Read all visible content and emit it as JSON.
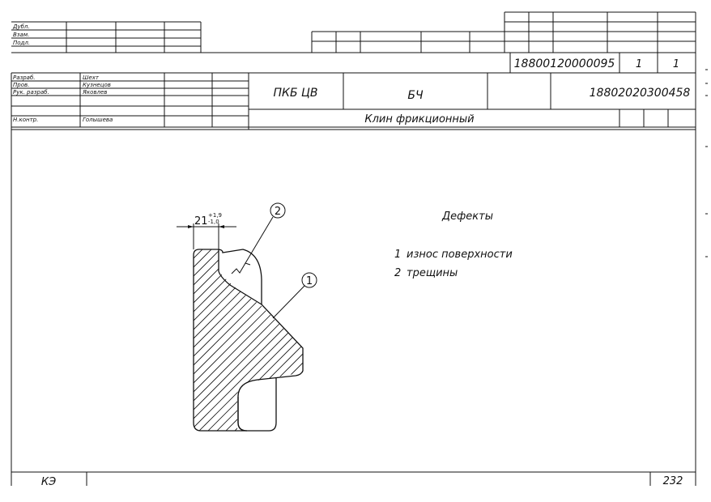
{
  "side_block": {
    "rows": [
      "Дубл.",
      "Взам.",
      "Подл."
    ]
  },
  "title_block": {
    "document_number": "18800120000095",
    "sheet": "1",
    "sheets": "1",
    "roles": [
      {
        "role": "Разраб.",
        "name": "Шехт"
      },
      {
        "role": "Пров.",
        "name": "Кузнецов"
      },
      {
        "role": "Рук. разраб.",
        "name": "Яковлев"
      },
      {
        "role": "",
        "name": ""
      },
      {
        "role": "Н.контр.",
        "name": "Голышева"
      }
    ],
    "organization": "ПКБ ЦВ",
    "department": "БЧ",
    "part_number": "18802020300458",
    "part_name": "Клин фрикционный"
  },
  "drawing": {
    "dimension": {
      "nominal": "21",
      "upper": "+1,9",
      "lower": "-1,0"
    },
    "callouts": [
      "2",
      "1"
    ]
  },
  "defects": {
    "heading": "Дефекты",
    "items": [
      {
        "number": "1",
        "text": "износ поверхности"
      },
      {
        "number": "2",
        "text": "трещины"
      }
    ]
  },
  "footer": {
    "doc_type": "КЭ",
    "page": "232"
  },
  "colors": {
    "ink": "#111111",
    "paper": "#ffffff"
  }
}
